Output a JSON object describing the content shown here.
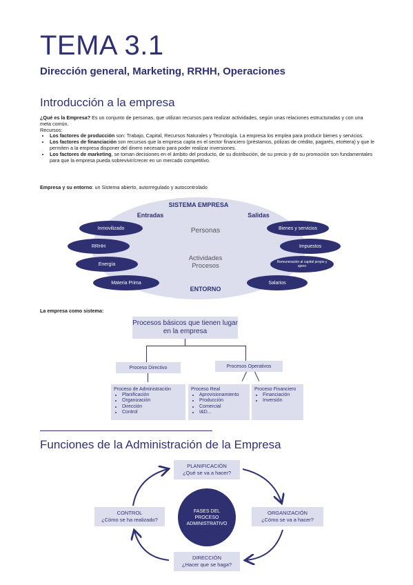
{
  "header": {
    "title": "TEMA 3.1",
    "subtitle": "Dirección general, Marketing, RRHH, Operaciones"
  },
  "intro": {
    "section_title": "Introducción a la empresa",
    "question_label": "¿Qué es la Empresa?",
    "question_text": " Es un conjunto de personas, que utilizan recursos para realizar actividades, según unas relaciones estructuradas y con una meta común.",
    "resources_label": "Recursos:",
    "bullets": [
      {
        "label": "Los factores de producción",
        "text": " son: Trabajo, Capital, Recursos Naturales y Tecnología. La empresa los emplea para producir bienes y servicios."
      },
      {
        "label": "Los factores de financiación",
        "text": " son recursos que la empresa capta en el sector financiero (préstamos, pólizas de crédito, pagarés, etcétera) y que le permiten a la empresa disponer del dinero necesario para poder realizar inversiones."
      },
      {
        "label": "Los factores de marketing",
        "text": ", se toman decisiones en el ámbito del producto, de su distribución, de su precio y de su promoción son fundamentales para que la empresa pueda sobrevivir/crecer en un mercado competitivo."
      }
    ],
    "env_label": "Empresa y su entorno",
    "env_text": ": un Sistema abierto, autorregulado y autocontrolado"
  },
  "system_diagram": {
    "top": "SISTEMA EMPRESA",
    "bottom": "ENTORNO",
    "inputs_label": "Entradas",
    "outputs_label": "Salidas",
    "center_top": "Personas",
    "center_mid_1": "Actividades",
    "center_mid_2": "Procesos",
    "inputs": [
      "Inmovilizado",
      "RRHH",
      "Energía",
      "Materia Prima"
    ],
    "outputs": [
      "Bienes y servicios",
      "Impuestos",
      "Remuneración al capital propio y ajeno",
      "Salarios"
    ]
  },
  "process_diagram": {
    "label": "La empresa como sistema:",
    "top_box": "Procesos básicos que tienen lugar en la empresa",
    "directivo": "Proceso Directivo",
    "operativos": "Procesos Operativos",
    "admin": {
      "title": "Proceso de Administración",
      "items": [
        "Planificación",
        "Organización",
        "Dirección",
        "Control"
      ]
    },
    "real": {
      "title": "Proceso Real",
      "items": [
        "Aprovisionamiento",
        "Producción",
        "Comercial",
        "I&D..."
      ]
    },
    "financiero": {
      "title": "Proceso Financiero",
      "items": [
        "Financiación",
        "Inversión"
      ]
    }
  },
  "functions": {
    "section_title": "Funciones de la Administración de la Empresa",
    "center": "FASES DEL PROCESO ADMINISTRATIVO",
    "planificacion": {
      "title": "PLANIFICACIÓN",
      "q": "¿Qué se va a hacer?"
    },
    "organizacion": {
      "title": "ORGANIZACIÓN",
      "q": "¿Cómo se va a hacer?"
    },
    "direccion": {
      "title": "DIRECCIÓN",
      "q": "¿Hacer que se haga?"
    },
    "control": {
      "title": "CONTROL",
      "q": "¿Cómo se ha realizado?"
    }
  },
  "colors": {
    "accent": "#2e3072",
    "light": "#dcdded"
  }
}
